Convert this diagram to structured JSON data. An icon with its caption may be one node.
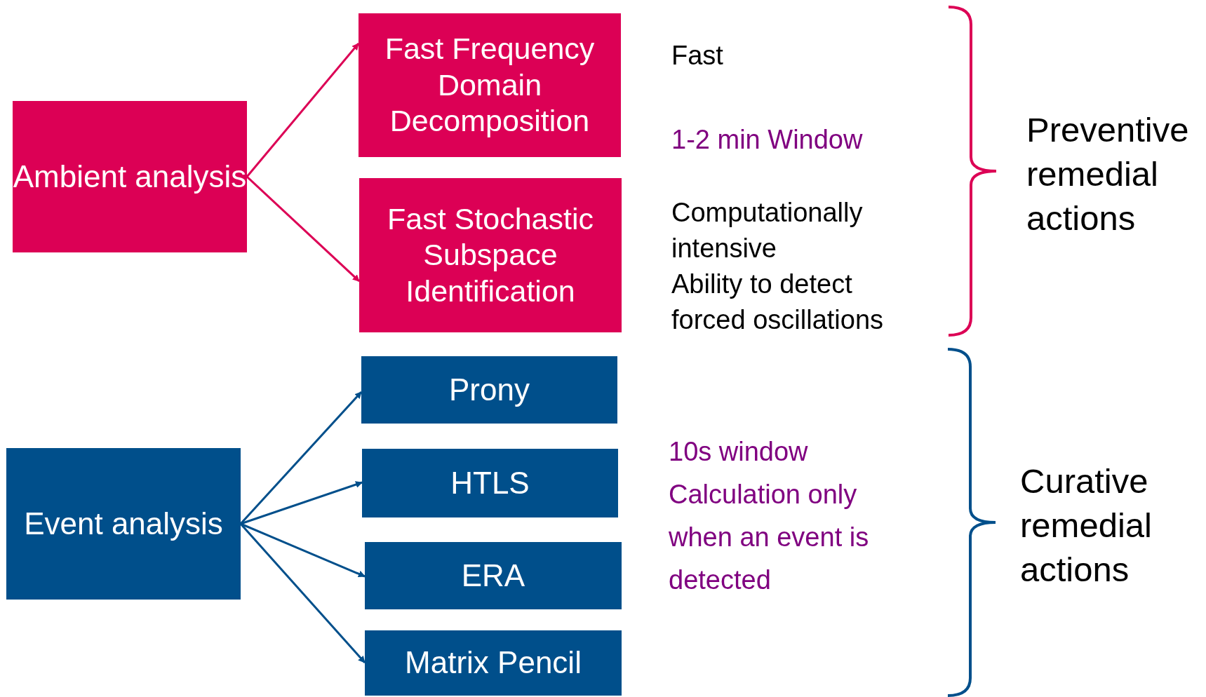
{
  "diagram": {
    "nodes": [
      {
        "text": [
          "Ambient analysis"
        ]
      },
      {
        "text": [
          "Fast Frequency Domain Decomposition"
        ]
      },
      {
        "text": [
          "Fast Stochastic Subspace Identification"
        ]
      },
      {
        "text": [
          "Event analysis"
        ]
      },
      {
        "text": [
          "Prony"
        ]
      },
      {
        "text": [
          "HTLS"
        ]
      },
      {
        "text": [
          "ERA"
        ]
      },
      {
        "text": [
          "Matrix Pencil"
        ]
      }
    ],
    "edges": [
      {
        "from": 0,
        "to": 1,
        "arrow": "to",
        "color": "#dc0055"
      },
      {
        "from": 0,
        "to": 2,
        "arrow": "to",
        "color": "#dc0055"
      },
      {
        "from": 3,
        "to": 4,
        "arrow": "to"
      },
      {
        "from": 3,
        "to": 5,
        "arrow": "to"
      },
      {
        "from": 3,
        "to": 6,
        "arrow": "to"
      },
      {
        "from": 3,
        "to": 7,
        "arrow": "to"
      }
    ],
    "labels": [
      "Fast",
      "1-2 min Window",
      "Computationally intensive",
      "Ability to detect forced oscillations",
      "10s window",
      "Calculation only when an event is detected",
      "Preventive remedial actions",
      "Curative remedial actions"
    ]
  }
}
